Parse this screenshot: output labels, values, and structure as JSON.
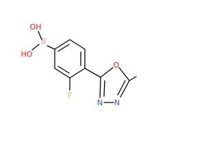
{
  "molecule": {
    "atoms": {
      "oh_top": {
        "text": "OH",
        "color": "#ff0d0d"
      },
      "ho_left": {
        "text": "HO",
        "color": "#ff0d0d"
      },
      "boron": {
        "text": "B",
        "color": "#e8a0a0"
      },
      "fluorine": {
        "text": "F",
        "color": "#90e050"
      },
      "oxygen_ring": {
        "text": "O",
        "color": "#ff0d0d"
      },
      "nitrogen_left": {
        "text": "N",
        "color": "#3050f8"
      },
      "nitrogen_right": {
        "text": "N",
        "color": "#3050f8"
      }
    },
    "bond_color": "#000000"
  }
}
